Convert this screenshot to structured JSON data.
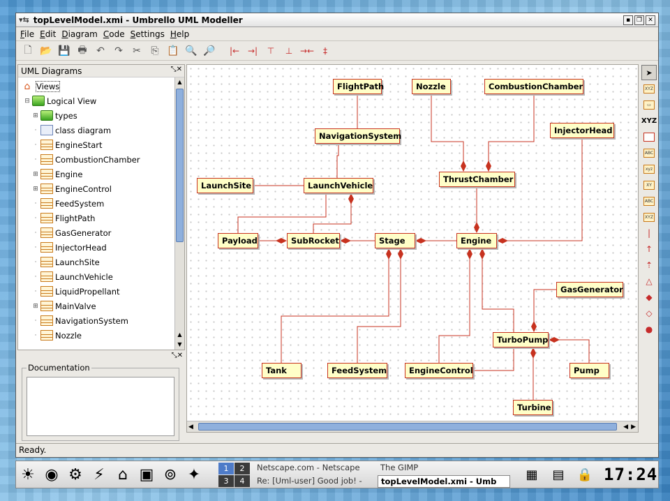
{
  "window": {
    "title": "topLevelModel.xmi - Umbrello UML Modeller"
  },
  "menu": [
    "File",
    "Edit",
    "Diagram",
    "Code",
    "Settings",
    "Help"
  ],
  "tree_panel": {
    "title": "UML Diagrams",
    "rows": [
      {
        "label": "Views",
        "icon": "house-icon",
        "depth": 0,
        "selected": true
      },
      {
        "label": "Logical View",
        "icon": "folder-icon",
        "depth": 1
      },
      {
        "label": "types",
        "icon": "folder-icon",
        "depth": 2,
        "expander": "+"
      },
      {
        "label": "class diagram",
        "icon": "diagram-icon",
        "depth": 2
      },
      {
        "label": "EngineStart",
        "icon": "class-icon",
        "depth": 2
      },
      {
        "label": "CombustionChamber",
        "icon": "class-icon",
        "depth": 2
      },
      {
        "label": "Engine",
        "icon": "class-icon",
        "depth": 2,
        "expander": "+"
      },
      {
        "label": "EngineControl",
        "icon": "class-icon",
        "depth": 2,
        "expander": "+"
      },
      {
        "label": "FeedSystem",
        "icon": "class-icon",
        "depth": 2
      },
      {
        "label": "FlightPath",
        "icon": "class-icon",
        "depth": 2
      },
      {
        "label": "GasGenerator",
        "icon": "class-icon",
        "depth": 2
      },
      {
        "label": "InjectorHead",
        "icon": "class-icon",
        "depth": 2
      },
      {
        "label": "LaunchSite",
        "icon": "class-icon",
        "depth": 2
      },
      {
        "label": "LaunchVehicle",
        "icon": "class-icon",
        "depth": 2
      },
      {
        "label": "LiquidPropellant",
        "icon": "class-icon",
        "depth": 2
      },
      {
        "label": "MainValve",
        "icon": "class-icon",
        "depth": 2,
        "expander": "+"
      },
      {
        "label": "NavigationSystem",
        "icon": "class-icon",
        "depth": 2
      },
      {
        "label": "Nozzle",
        "icon": "class-icon",
        "depth": 2
      }
    ]
  },
  "documentation": {
    "legend": "Documentation",
    "value": ""
  },
  "diagram": {
    "classes": {
      "FlightPath": "FlightPath",
      "Nozzle": "Nozzle",
      "CombustionChamber": "CombustionChamber",
      "NavigationSystem": "NavigationSystem",
      "InjectorHead": "InjectorHead",
      "LaunchSite": "LaunchSite",
      "LaunchVehicle": "LaunchVehicle",
      "ThrustChamber": "ThrustChamber",
      "Payload": "Payload",
      "SubRocket": "SubRocket",
      "Stage": "Stage",
      "Engine": "Engine",
      "GasGenerator": "GasGenerator",
      "TurboPump": "TurboPump",
      "Tank": "Tank",
      "FeedSystem": "FeedSystem",
      "EngineControl": "EngineControl",
      "Pump": "Pump",
      "Turbine": "Turbine"
    },
    "line_color": "#c7321f",
    "box_fill": "#ffffc8"
  },
  "status": "Ready.",
  "taskbar": {
    "pager": [
      "1",
      "2",
      "3",
      "4"
    ],
    "active_desktop": "1",
    "tasks": [
      {
        "label": "Netscape.com - Netscape",
        "active": false
      },
      {
        "label": "The GIMP",
        "active": false
      },
      {
        "label": "Re: [Uml-user] Good job! -",
        "active": false
      },
      {
        "label": "topLevelModel.xmi - Umb",
        "active": true
      }
    ],
    "clock": "17:24"
  }
}
